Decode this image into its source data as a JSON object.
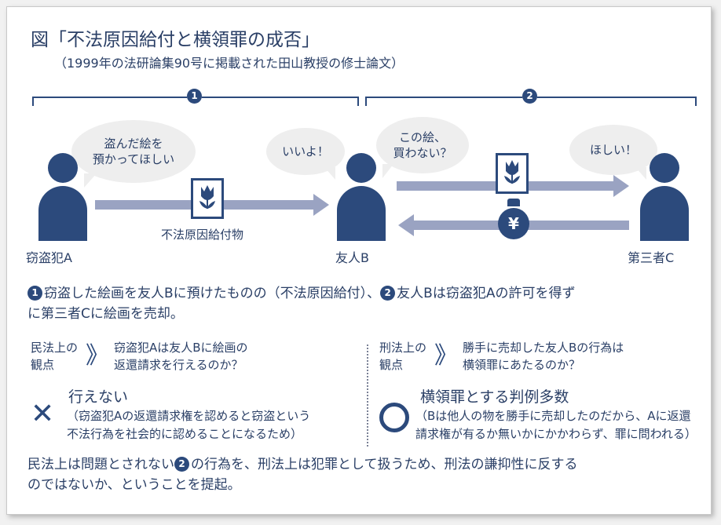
{
  "header": {
    "title": "図「不法原因給付と横領罪の成否」",
    "subtitle": "（1999年の法研論集90号に掲載された田山教授の修士論文）"
  },
  "sections": [
    {
      "number": "❶"
    },
    {
      "number": "❷"
    }
  ],
  "persons": {
    "a": "窃盗犯A",
    "b": "友人B",
    "c": "第三者C"
  },
  "bubbles": {
    "a": [
      "盗んだ絵を",
      "預かってほしい"
    ],
    "b_reply": "いいよ！",
    "b_offer": [
      "この絵、",
      "買わない？"
    ],
    "c": "ほしい！"
  },
  "icons": {
    "painting": "tulip-painting-icon",
    "money": "yen-money-bag-icon"
  },
  "labels": {
    "transfer": "不法原因給付物",
    "yen_symbol": "¥"
  },
  "summary": {
    "num1": "❶",
    "part1": "窃盗した絵画を友人Bに預けたものの（不法原因給付）、",
    "num2": "❷",
    "part2": "友人Bは窃盗犯Aの許可を得ず",
    "line2": "に第三者Cに絵画を売却。"
  },
  "civil": {
    "label_line1": "民法上の",
    "label_line2": "観点",
    "chevron": "》",
    "question_line1": "窃盗犯Aは友人Bに絵画の",
    "question_line2": "返還請求を行えるのか？",
    "mark": "✕",
    "verdict": "行えない",
    "reason_line1": "（窃盗犯Aの返還請求権を認めると窃盗という",
    "reason_line2": "不法行為を社会的に認めることになるため）"
  },
  "criminal": {
    "label_line1": "刑法上の",
    "label_line2": "観点",
    "chevron": "》",
    "question_line1": "勝手に売却した友人Bの行為は",
    "question_line2": "横領罪にあたるのか？",
    "mark": "〇",
    "verdict": "横領罪とする判例多数",
    "reason_line1": "（Bは他人の物を勝手に売却したのだから、Aに返還",
    "reason_line2": "請求権が有るか無いかにかかわらず、罪に問われる）"
  },
  "conclusion": {
    "part1": "民法上は問題とされない",
    "num": "❷",
    "part2": "の行為を、刑法上は犯罪として扱うため、刑法の謙抑性に反する",
    "line2": "のではないか、ということを提起。"
  },
  "colors": {
    "navy": "#2c4a7c",
    "text": "#2a3f66",
    "arrow": "#9aa3c2",
    "bubble": "#eeeeee"
  }
}
